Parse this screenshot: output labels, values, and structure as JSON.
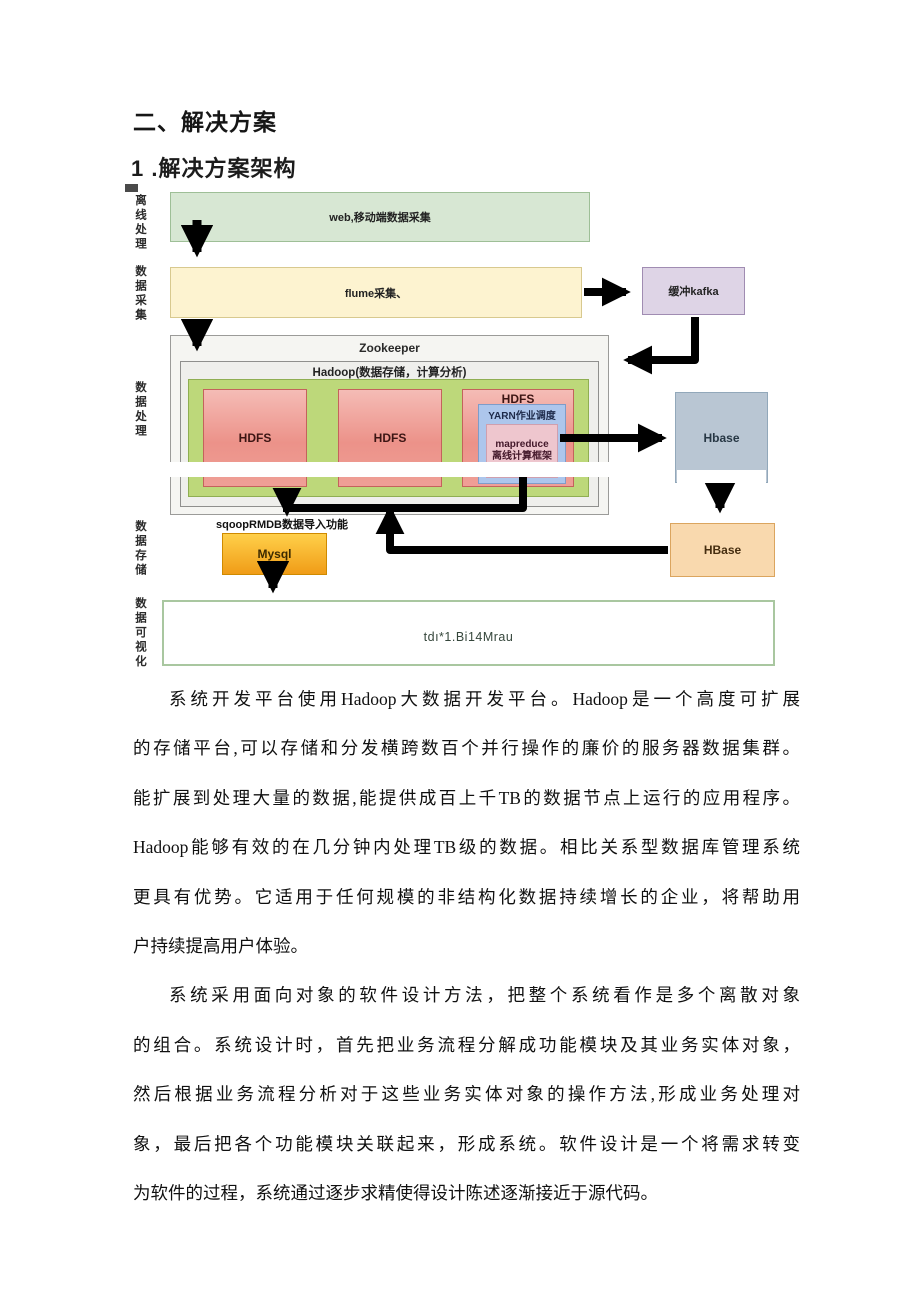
{
  "page": {
    "heading1": "二、解决方案",
    "heading2": "1 .解决方案架构"
  },
  "diagram": {
    "stage_labels": [
      "离线处理",
      "数据采集",
      "数据处理",
      "数据存储",
      "数据可视化"
    ],
    "boxes": {
      "web": "web,移动端数据采集",
      "flume": "flume采集、",
      "kafka": "缓冲kafka",
      "zookeeper": "Zookeeper",
      "hadoop": "Hadoop(数据存储，计算分析)",
      "hdfs1": "HDFS",
      "hdfs2": "HDFS",
      "hdfs3": "HDFS",
      "yarn": "YARN作业调度",
      "mapreduce_line1": "mapreduce",
      "mapreduce_line2": "离线计算框架",
      "hbase_gray": "Hbase",
      "hbase_orange": "HBase",
      "sqoop_label": "sqoopRMDB数据导入功能",
      "mysql": "Mysql",
      "visualization": "tdı*1.Bi14Mrau"
    },
    "colors": {
      "web_fill": "#d7e7d3",
      "flume_fill": "#fdf3d0",
      "kafka_fill": "#ded4e6",
      "green_container_fill": "#bdd87a",
      "hdfs_fill": "#ec9289",
      "yarn_fill": "#adc6ec",
      "mapreduce_fill": "#eec6ce",
      "hbase_gray_fill": "#b9c6d3",
      "hbase_orange_fill": "#f9d9ae",
      "mysql_fill": "#f5a623",
      "arrow": "#000000"
    }
  },
  "body": {
    "p1": [
      "系统开发平台使用Hadoop大数据开发平台。Hadoop是一个高度可扩展",
      "的存储平台,可以存储和分发横跨数百个并行操作的廉价的服务器数据集群。",
      "能扩展到处理大量的数据,能提供成百上千TB的数据节点上运行的应用程序。",
      "Hadoop能够有效的在几分钟内处理TB级的数据。相比关系型数据库管理系统",
      "更具有优势。它适用于任何规模的非结构化数据持续增长的企业，将帮助用",
      "户持续提高用户体验。"
    ],
    "p2": [
      "系统采用面向对象的软件设计方法，把整个系统看作是多个离散对象",
      "的组合。系统设计时，首先把业务流程分解成功能模块及其业务实体对象，",
      "然后根据业务流程分析对于这些业务实体对象的操作方法,形成业务处理对",
      "象，最后把各个功能模块关联起来，形成系统。软件设计是一个将需求转变",
      "为软件的过程，系统通过逐步求精使得设计陈述逐渐接近于源代码。"
    ]
  }
}
